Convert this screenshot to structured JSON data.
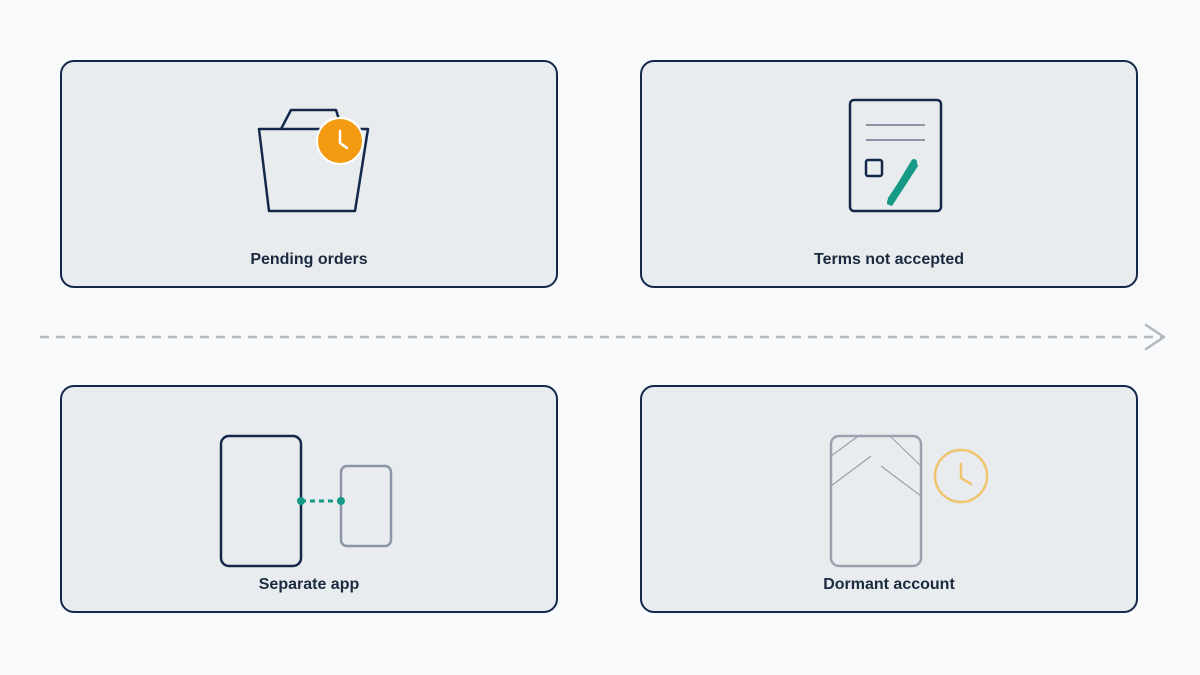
{
  "cards": [
    {
      "label": "Pending orders",
      "icon": "folder-clock-icon"
    },
    {
      "label": "Terms not accepted",
      "icon": "document-checkbox-pen-icon"
    },
    {
      "label": "Separate app",
      "icon": "linked-devices-icon"
    },
    {
      "label": "Dormant account",
      "icon": "faded-device-clock-icon"
    }
  ],
  "colors": {
    "background": "#f7f9fb",
    "card_fill": "#e9ecef",
    "card_border": "#14284b",
    "clock_orange": "#f39c12",
    "pen_green": "#169a86",
    "link_green": "#169a86",
    "faded_gray": "#9aa2ad",
    "faded_clock": "#f0c36d",
    "arrow_gray": "#b5b9bf"
  }
}
